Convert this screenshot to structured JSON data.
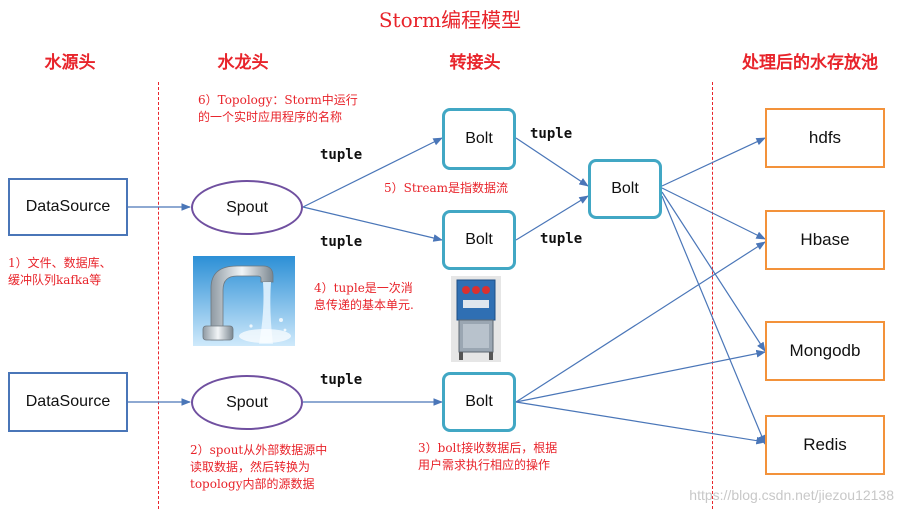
{
  "title": "Storm编程模型",
  "columns": {
    "source": "水源头",
    "tap": "水龙头",
    "adapter": "转接头",
    "pool": "处理后的水存放池"
  },
  "nodes": {
    "datasource_1": "DataSource",
    "datasource_2": "DataSource",
    "spout_1": "Spout",
    "spout_2": "Spout",
    "bolt_top": "Bolt",
    "bolt_mid": "Bolt",
    "bolt_right": "Bolt",
    "bolt_bottom": "Bolt",
    "hdfs": "hdfs",
    "hbase": "Hbase",
    "mongodb": "Mongodb",
    "redis": "Redis"
  },
  "edge_labels": {
    "tuple_1": "tuple",
    "tuple_2": "tuple",
    "tuple_3": "tuple",
    "tuple_4": "tuple",
    "tuple_5": "tuple"
  },
  "notes": {
    "n1_line1": "1）文件、数据库、",
    "n1_line2": "缓冲队列kafka等",
    "n2_line1": "2）spout从外部数据源中",
    "n2_line2": "读取数据，然后转换为",
    "n2_line3": "topology内部的源数据",
    "n3_line1": "3）bolt接收数据后，根据",
    "n3_line2": "用户需求执行相应的操作",
    "n4_line1": "4）tuple是一次消",
    "n4_line2": "息传递的基本单元.",
    "n5": "5）Stream是指数据流",
    "n6_line1": "6）Topology：Storm中运行",
    "n6_line2": "的一个实时应用程序的名称"
  },
  "watermark": "https://blog.csdn.net/jiezou12138",
  "colors": {
    "accent_red": "#e8242b",
    "datasource_border": "#4a76b8",
    "spout_border": "#7050a0",
    "bolt_border": "#41a7c4",
    "store_border": "#f3923a",
    "arrow": "#4a76b8"
  },
  "images": {
    "faucet": "faucet-photo",
    "adapter_machine": "adapter-machine-photo"
  }
}
